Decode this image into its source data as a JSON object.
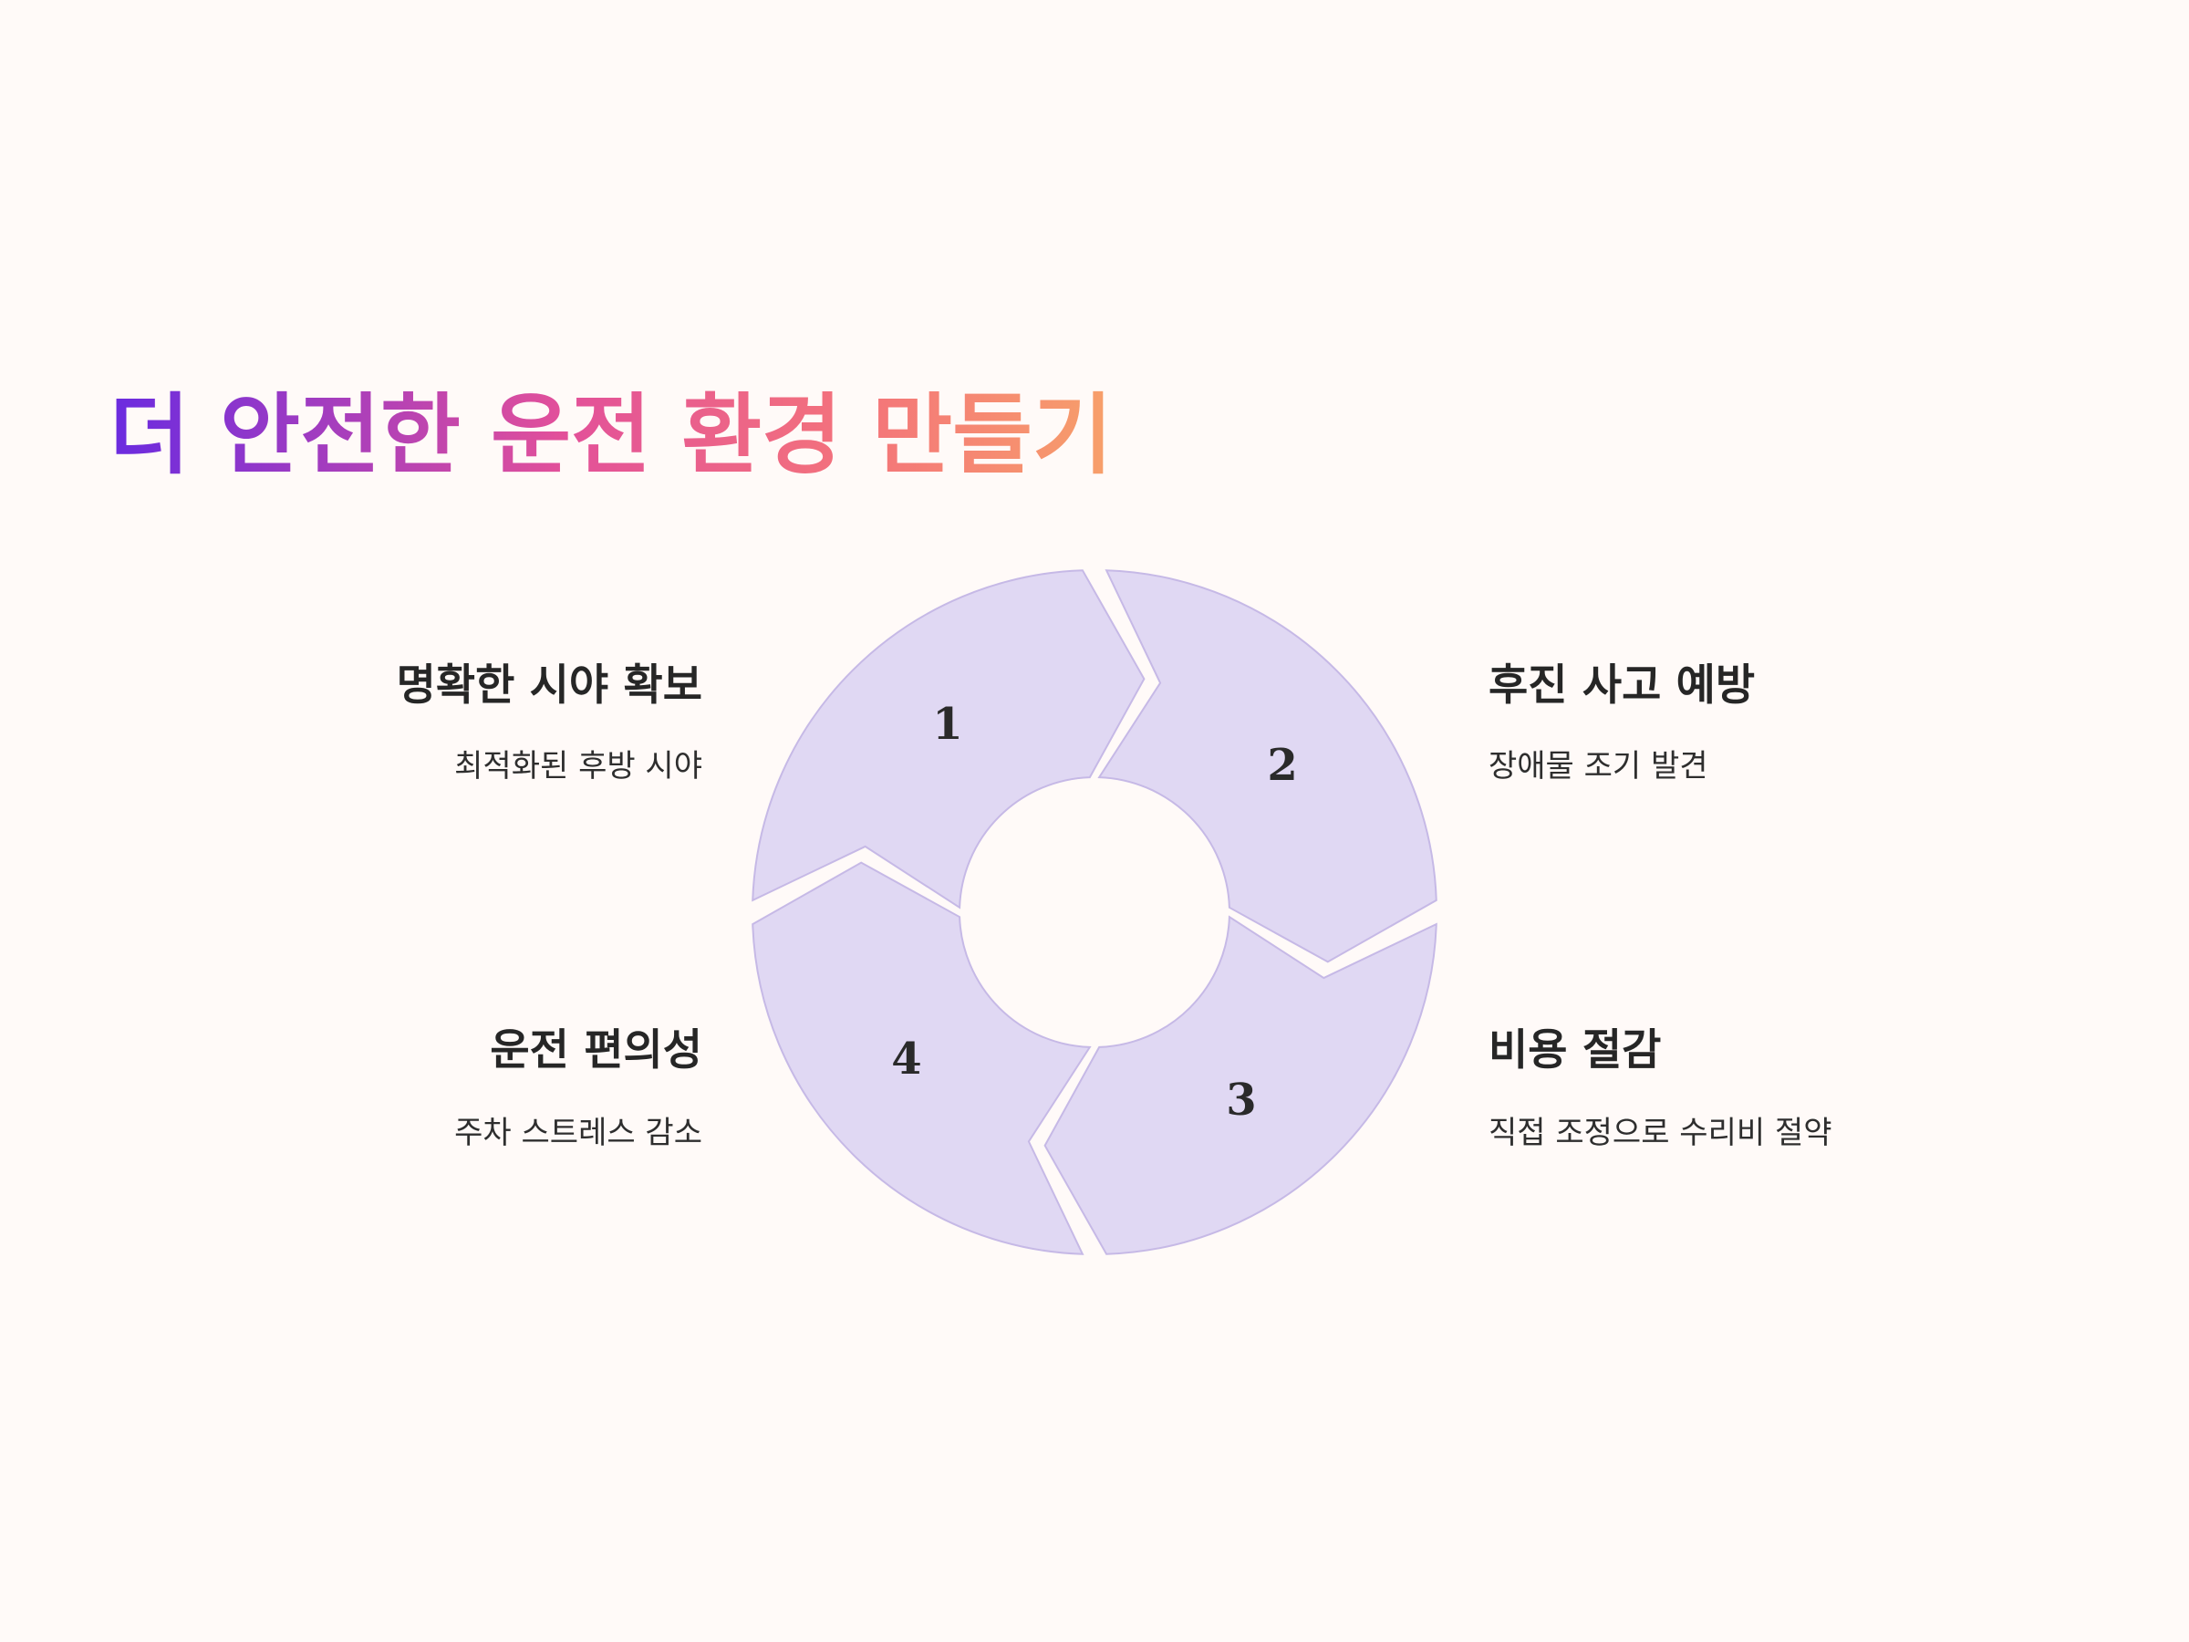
{
  "title": "더 안전한 운전 환경 만들기",
  "title_gradient": [
    "#6A2BE0",
    "#E2509A",
    "#F4747A",
    "#F7A06A"
  ],
  "segment_fill": "#E0D8F3",
  "items": [
    {
      "number": "1",
      "heading": "명확한 시야 확보",
      "description": "최적화된 후방 시야"
    },
    {
      "number": "2",
      "heading": "후진 사고 예방",
      "description": "장애물 조기 발견"
    },
    {
      "number": "3",
      "heading": "비용 절감",
      "description": "직접 조정으로 수리비 절약"
    },
    {
      "number": "4",
      "heading": "운전 편의성",
      "description": "주차 스트레스 감소"
    }
  ]
}
